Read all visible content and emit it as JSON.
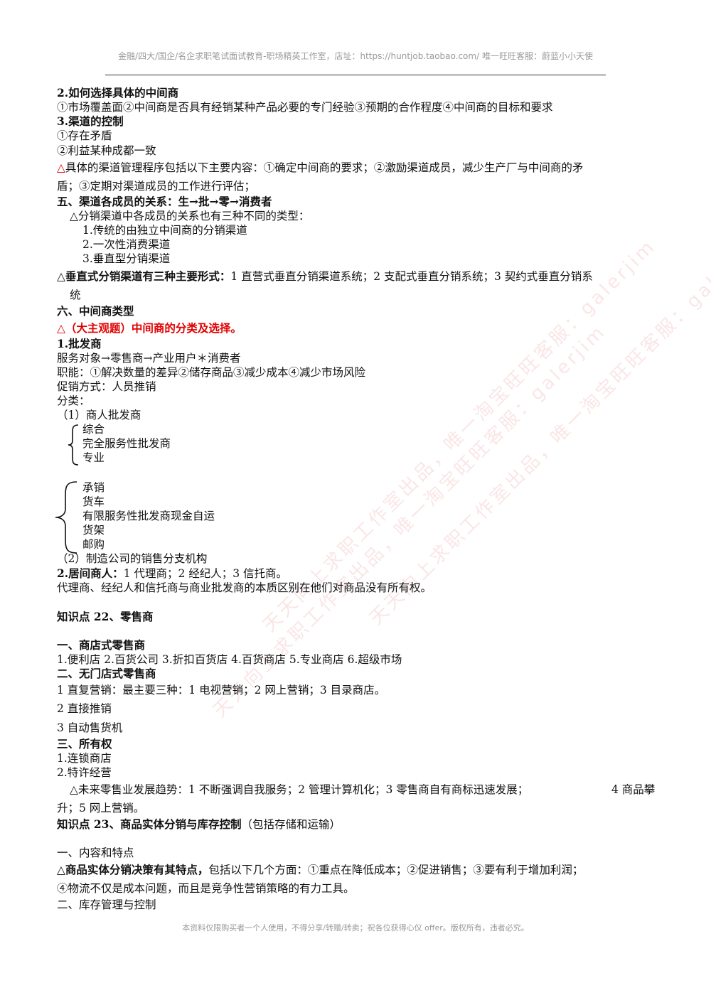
{
  "header": "金融/四大/国企/名企求职笔试面试教育-职场精英工作室，店址：https://huntjob.taobao.com/ 唯一旺旺客服：蔚蓝小小天使",
  "footer": "本资料仅限购买者一个人使用，不得分享/转赠/转卖；祝各位获得心仪 offer。版权所有，违者必究。",
  "watermarks": [
    "天天向上求职工作室出品，唯一淘宝旺旺客服：galerjim",
    "天天向上求职工作室出品，唯一淘宝旺旺客服：galerjim",
    "天天向上求职工作室出品，唯一淘宝旺旺客服：galerjim"
  ],
  "lines": {
    "l1": "2.如何选择具体的中间商",
    "l2": "①市场覆盖面②中间商是否具有经销某种产品必要的专门经验③预期的合作程度④中间商的目标和要求",
    "l3": "3.渠道的控制",
    "l4": "①存在矛盾",
    "l5": "②利益某种成都一致",
    "l6_tri": "△",
    "l6": "具体的渠道管理程序包括以下主要内容：①确定中间商的要求；②激励渠道成员，减少生产厂与中间商的矛",
    "l7": "盾；③定期对渠道成员的工作进行评估；",
    "l8": "五、渠道各成员的关系：生→批→零→消费者",
    "l9": "△分销渠道中各成员的关系也有三种不同的类型：",
    "l10": "1.传统的由独立中间商的分销渠道",
    "l11": "2.一次性消费渠道",
    "l12": "3.垂直型分销渠道",
    "l13_b": "△垂直式分销渠道有三种主要形式：",
    "l13": "1 直营式垂直分销渠道系统；2 支配式垂直分销系统；3 契约式垂直分销系",
    "l14": "统",
    "l15": "六、中间商类型",
    "l16": "△（大主观题）中间商的分类及选择。",
    "l17": "1.批发商",
    "l18": "服务对象→零售商→产业用户＊消费者",
    "l19": "职能：①解决数量的差异②储存商品③减少成本④减少市场风险",
    "l20": "促销方式：人员推销",
    "l21": "分类：",
    "l22": "（1）商人批发商",
    "l23": "综合",
    "l24": "完全服务性批发商",
    "l25": "专业",
    "l26": "承销",
    "l27": "货车",
    "l28": "有限服务性批发商现金自运",
    "l29": "货架",
    "l30": "邮购",
    "l31": "（2）制造公司的销售分支机构",
    "l32_b": "2.居间商人：",
    "l32": "1 代理商；2 经纪人；3 信托商。",
    "l33": "代理商、经纪人和信托商与商业批发商的本质区别在他们对商品没有所有权。",
    "l34": "知识点 22、零售商",
    "l35": "一、商店式零售商",
    "l36": "1.便利店 2.百货公司 3.折扣百货店 4.百货商店 5.专业商店 6.超级市场",
    "l37": "二、无门店式零售商",
    "l38": "1 直复营销：最主要三种：1 电视营销；2 网上营销；3 目录商店。",
    "l39": "2 直接推销",
    "l40": "3 自动售货机",
    "l41": "三、所有权",
    "l42": "1.连锁商店",
    "l43": "2.特许经营",
    "l44": "△未来零售业发展趋势：1 不断强调自我服务；2 管理计算机化；3 零售商自有商标迅速发展；",
    "l44b": "4 商品攀",
    "l45": "升；5 网上营销。",
    "l46_b": "知识点 23、商品实体分销与库存控制",
    "l46": "（包括存储和运输）",
    "l47": "一、内容和特点",
    "l48_b": "△商品实体分销决策有其特点，",
    "l48": "包括以下几个方面：①重点在降低成本；②促进销售；③要有利于增加利润；",
    "l49": "④物流不仅是成本问题，而且是竞争性营销策略的有力工具。",
    "l50": "二、库存管理与控制"
  }
}
